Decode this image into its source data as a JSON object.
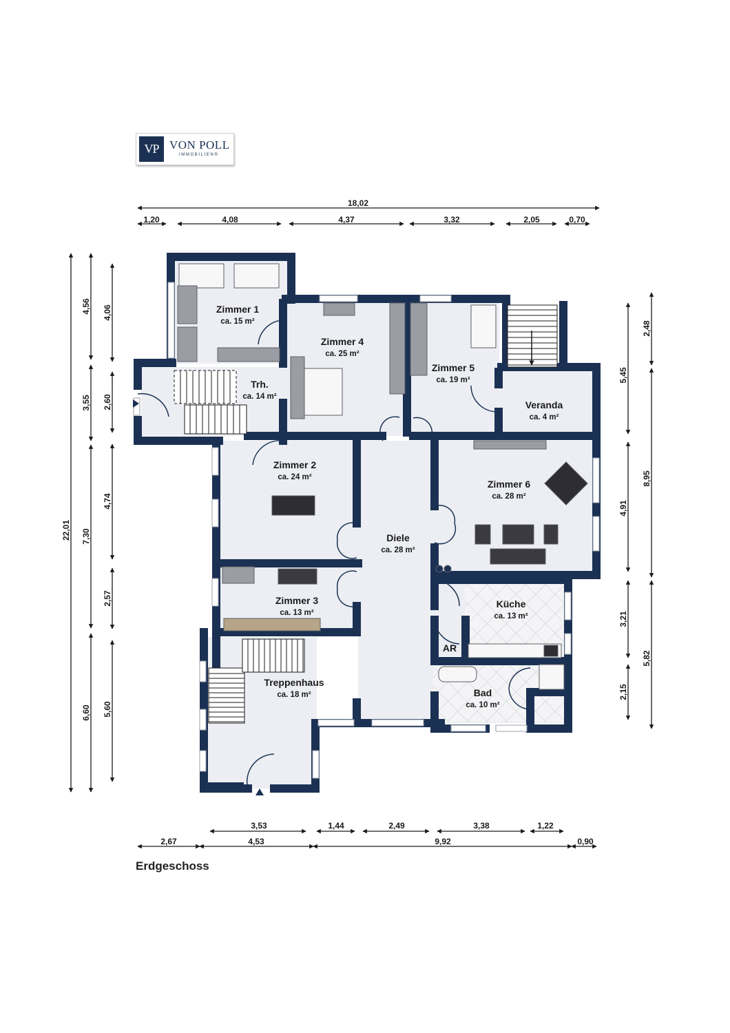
{
  "logo": {
    "initials": "VP",
    "name": "VON POLL",
    "subtitle": "IMMOBILIEN®"
  },
  "floor_label": "Erdgeschoss",
  "rooms": {
    "zimmer1": {
      "name": "Zimmer 1",
      "area": "ca. 15 m²"
    },
    "zimmer4": {
      "name": "Zimmer 4",
      "area": "ca. 25 m²"
    },
    "zimmer5": {
      "name": "Zimmer 5",
      "area": "ca. 19 m²"
    },
    "veranda": {
      "name": "Veranda",
      "area": "ca. 4 m²"
    },
    "trh": {
      "name": "Trh.",
      "area": "ca. 14 m²"
    },
    "zimmer2": {
      "name": "Zimmer 2",
      "area": "ca. 24 m²"
    },
    "zimmer6": {
      "name": "Zimmer 6",
      "area": "ca. 28 m²"
    },
    "diele": {
      "name": "Diele",
      "area": "ca. 28 m²"
    },
    "zimmer3": {
      "name": "Zimmer 3",
      "area": "ca. 13 m²"
    },
    "kueche": {
      "name": "Küche",
      "area": "ca. 13 m²"
    },
    "ar": {
      "name": "AR",
      "area": ""
    },
    "treppenhaus": {
      "name": "Treppenhaus",
      "area": "ca. 18 m²"
    },
    "bad": {
      "name": "Bad",
      "area": "ca. 10 m²"
    }
  },
  "dimensions": {
    "top_total": "18,02",
    "top": [
      "1,20",
      "4,08",
      "4,37",
      "3,32",
      "2,05",
      "0,70"
    ],
    "left_outer": [
      "22,01"
    ],
    "left_middle": [
      "4,56",
      "3,55",
      "7,30",
      "6,60"
    ],
    "left_inner": [
      "4,06",
      "2,60",
      "4,74",
      "2,57",
      "5,60"
    ],
    "right_inner": [
      "5,45",
      "4,91",
      "3,21",
      "2,15"
    ],
    "right_outer": [
      "2,48",
      "8,95",
      "5,82"
    ],
    "bottom_upper": [
      "3,53",
      "1,44",
      "2,49",
      "3,38",
      "1,22"
    ],
    "bottom_lower": [
      "2,67",
      "4,53",
      "9,92",
      "0,90"
    ]
  },
  "colors": {
    "wall": "#1b3153",
    "floor": "#eceef3",
    "furniture": "#8a8d93",
    "dimension_line": "#1a1a1a"
  }
}
